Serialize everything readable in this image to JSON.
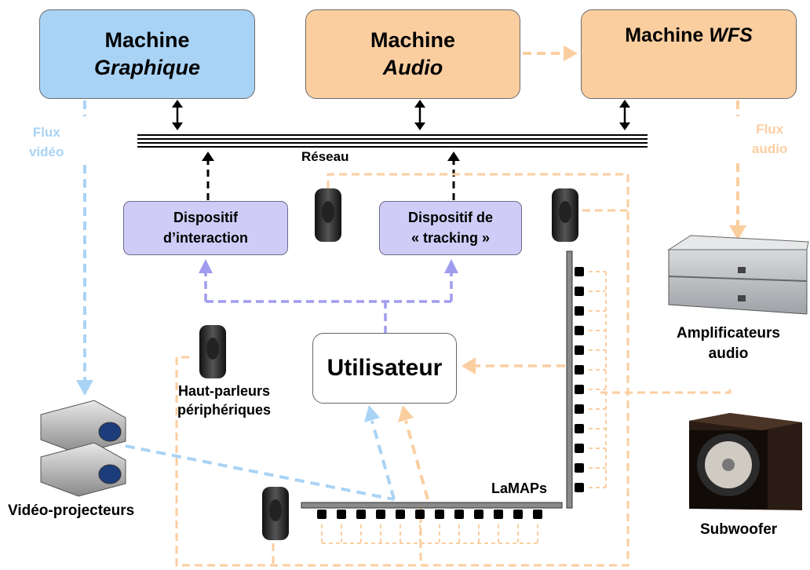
{
  "machines": {
    "graphique": {
      "line1": "Machine",
      "line2": "Graphique"
    },
    "audio": {
      "line1": "Machine",
      "line2": "Audio"
    },
    "wfs": {
      "prefix": "Machine",
      "italic": "WFS"
    }
  },
  "network_label": "Réseau",
  "devices": {
    "interaction": {
      "line1": "Dispositif",
      "line2": "d’interaction"
    },
    "tracking": {
      "line1": "Dispositif de",
      "line2": "« tracking »"
    }
  },
  "user_label": "Utilisateur",
  "flux_video": {
    "line1": "Flux",
    "line2": "vidéo"
  },
  "flux_audio": {
    "line1": "Flux",
    "line2": "audio"
  },
  "speakers_label": {
    "line1": "Haut-parleurs",
    "line2": "périphériques"
  },
  "projectors_label": "Vidéo-projecteurs",
  "lamaps_label": "LaMAPs",
  "amplifiers_label": {
    "line1": "Amplificateurs",
    "line2": "audio"
  },
  "subwoofer_label": "Subwoofer",
  "colors": {
    "video": "#a9d3f5",
    "audio": "#fbcea0",
    "interaction": "#9f9cf0",
    "network": "#000000"
  }
}
